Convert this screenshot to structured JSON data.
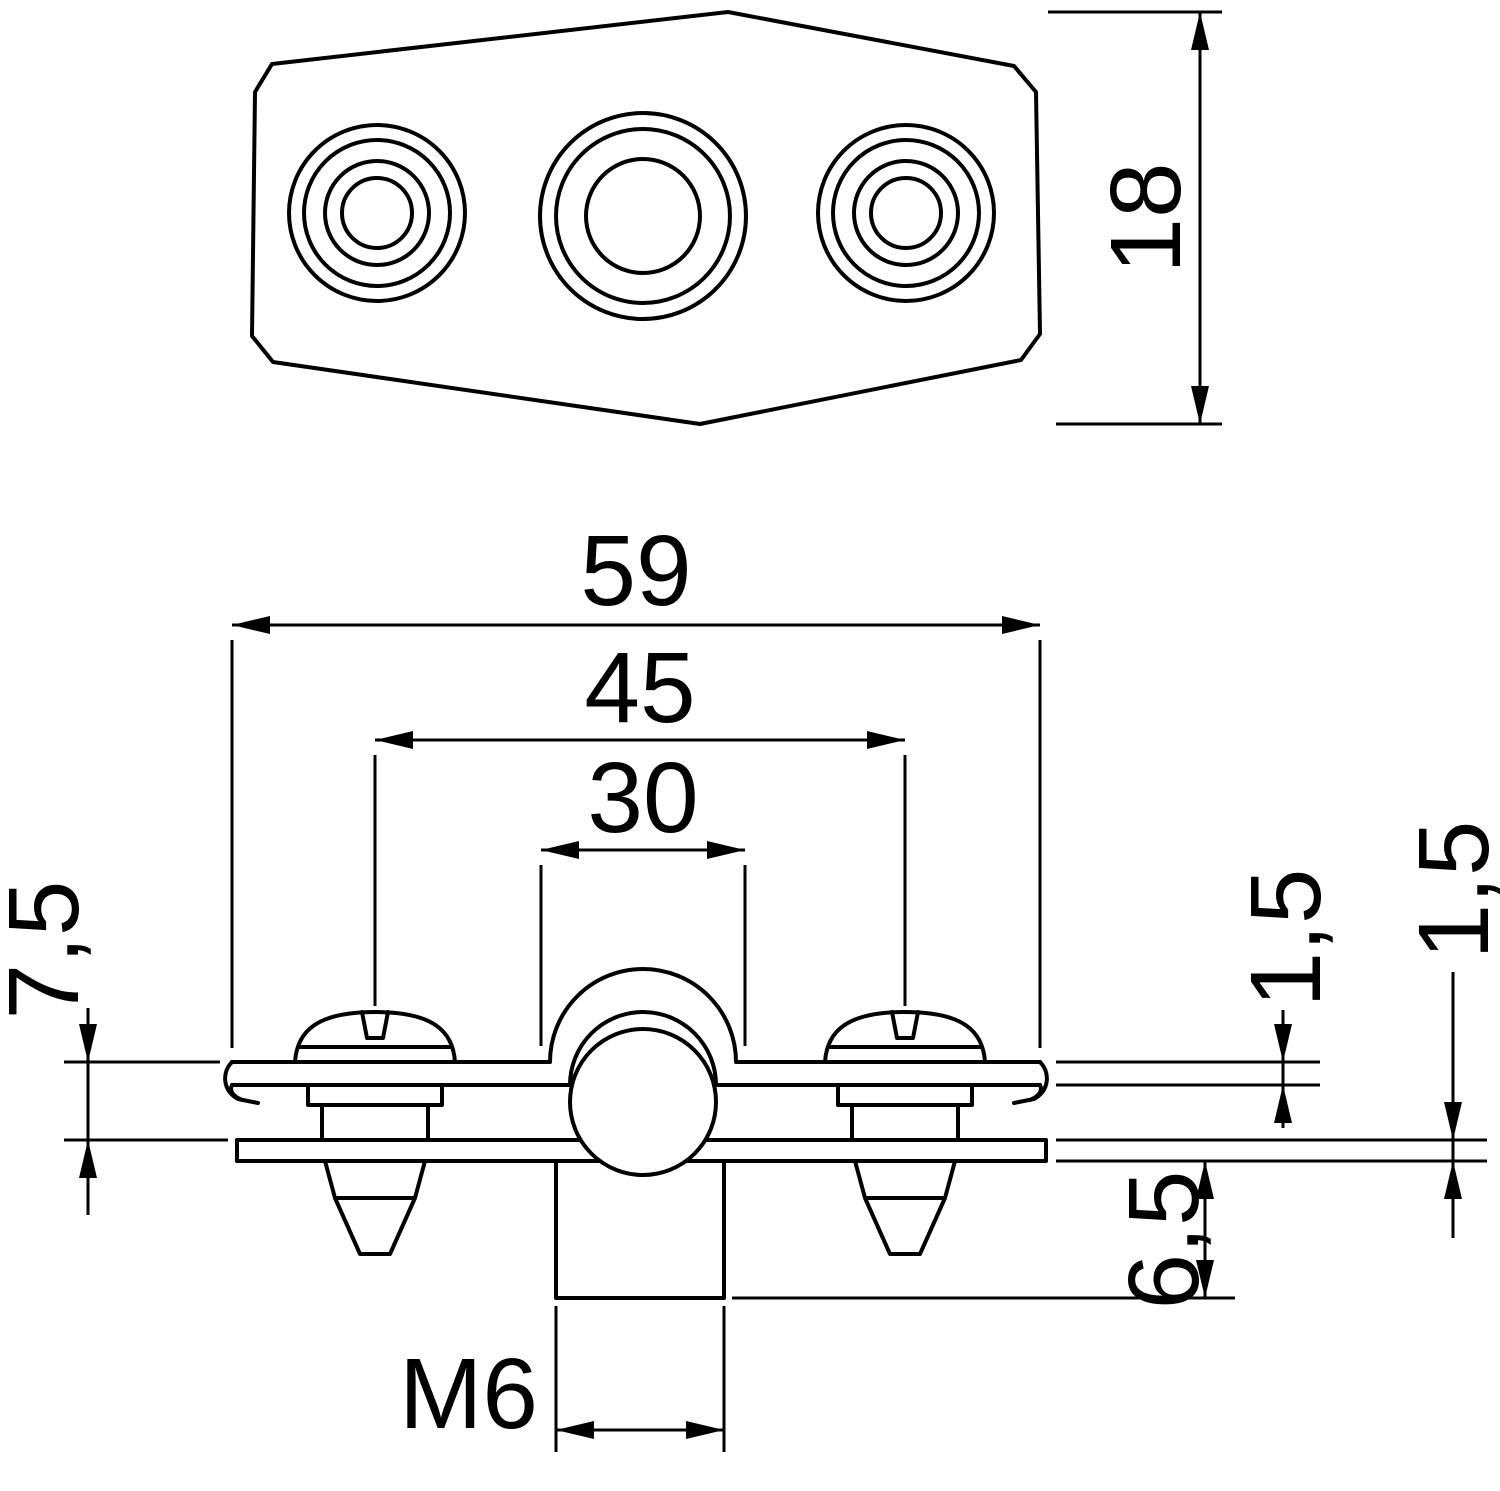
{
  "page": {
    "background": "#ffffff",
    "line_color": "#000000"
  },
  "dimensions": {
    "plate_depth": "18",
    "overall_width": "59",
    "screw_spacing": "45",
    "saddle_width": "30",
    "clamp_height": "7,5",
    "strip_thickness": "1,5",
    "plate_thickness": "1,5",
    "boss_height": "6,5",
    "thread_size": "M6"
  }
}
